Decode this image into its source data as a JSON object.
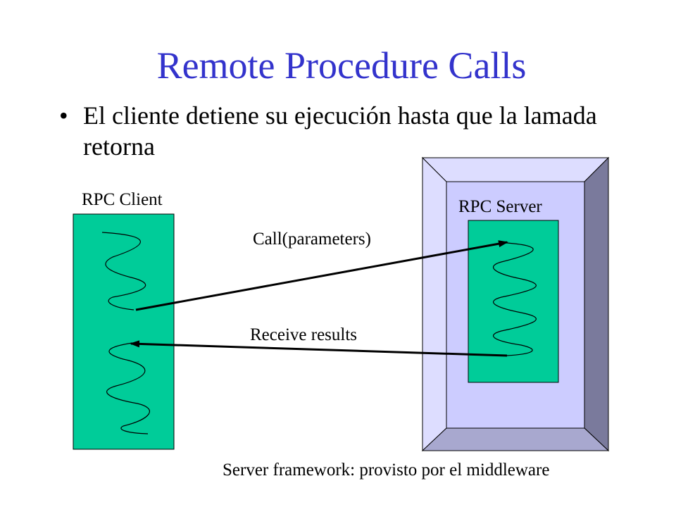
{
  "slide": {
    "title": "Remote Procedure Calls",
    "bullet": "El cliente detiene su ejecución hasta que la lamada retorna"
  },
  "diagram": {
    "client_label": "RPC Client",
    "server_label": "RPC Server",
    "call_label": "Call(parameters)",
    "return_label": "Receive results",
    "framework_label": "Server framework: provisto por el middleware"
  },
  "colors": {
    "title": "#3333cc",
    "thread_box": "#00cc99",
    "frame_outer": "#ddddff",
    "frame_inner": "#ccccff",
    "frame_right": "#7a7a9c",
    "frame_bottom": "#a8a8cf"
  }
}
